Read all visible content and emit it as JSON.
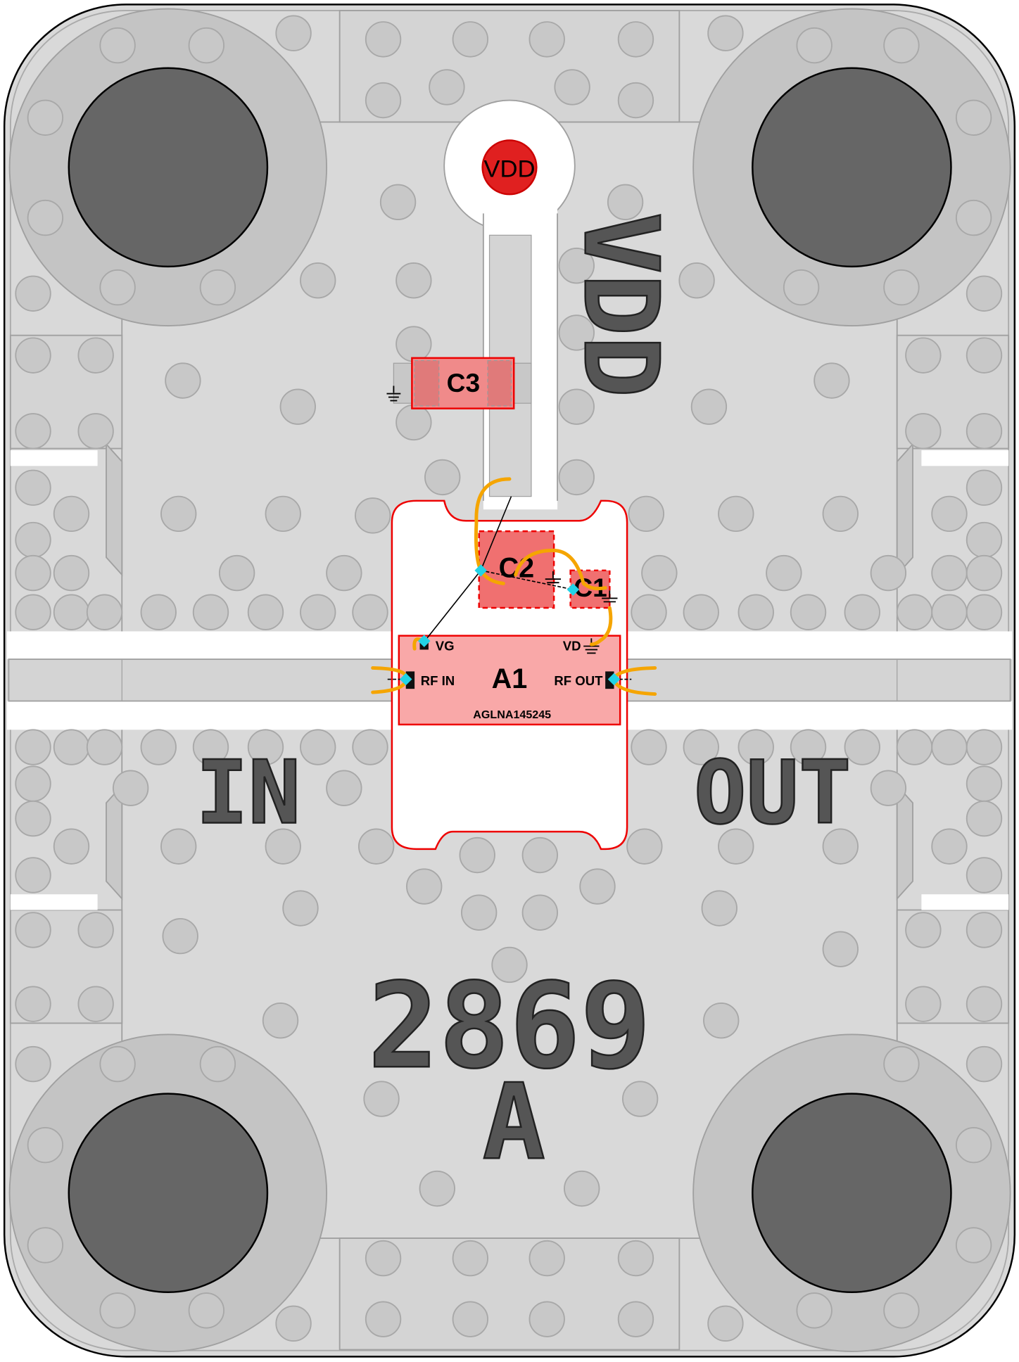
{
  "board": {
    "vdd_pad": "VDD",
    "silk": {
      "vdd": "VDD",
      "in": "IN",
      "out": "OUT",
      "part_number": "2869",
      "revision": "A"
    },
    "components": {
      "c3": "C3",
      "c2": "C2",
      "c1": "C1",
      "a1": {
        "ref": "A1",
        "part": "AGLNA145245",
        "pins": {
          "vg": "VG",
          "vd": "VD",
          "rf_in": "RF IN",
          "rf_out": "RF OUT"
        }
      }
    }
  },
  "colors": {
    "board": "#d9d9d9",
    "copper": "#c8c8c8",
    "component": "#f9a8a8",
    "outline": "#e00000",
    "wire": "#f5a500",
    "node": "#22d3e6"
  }
}
